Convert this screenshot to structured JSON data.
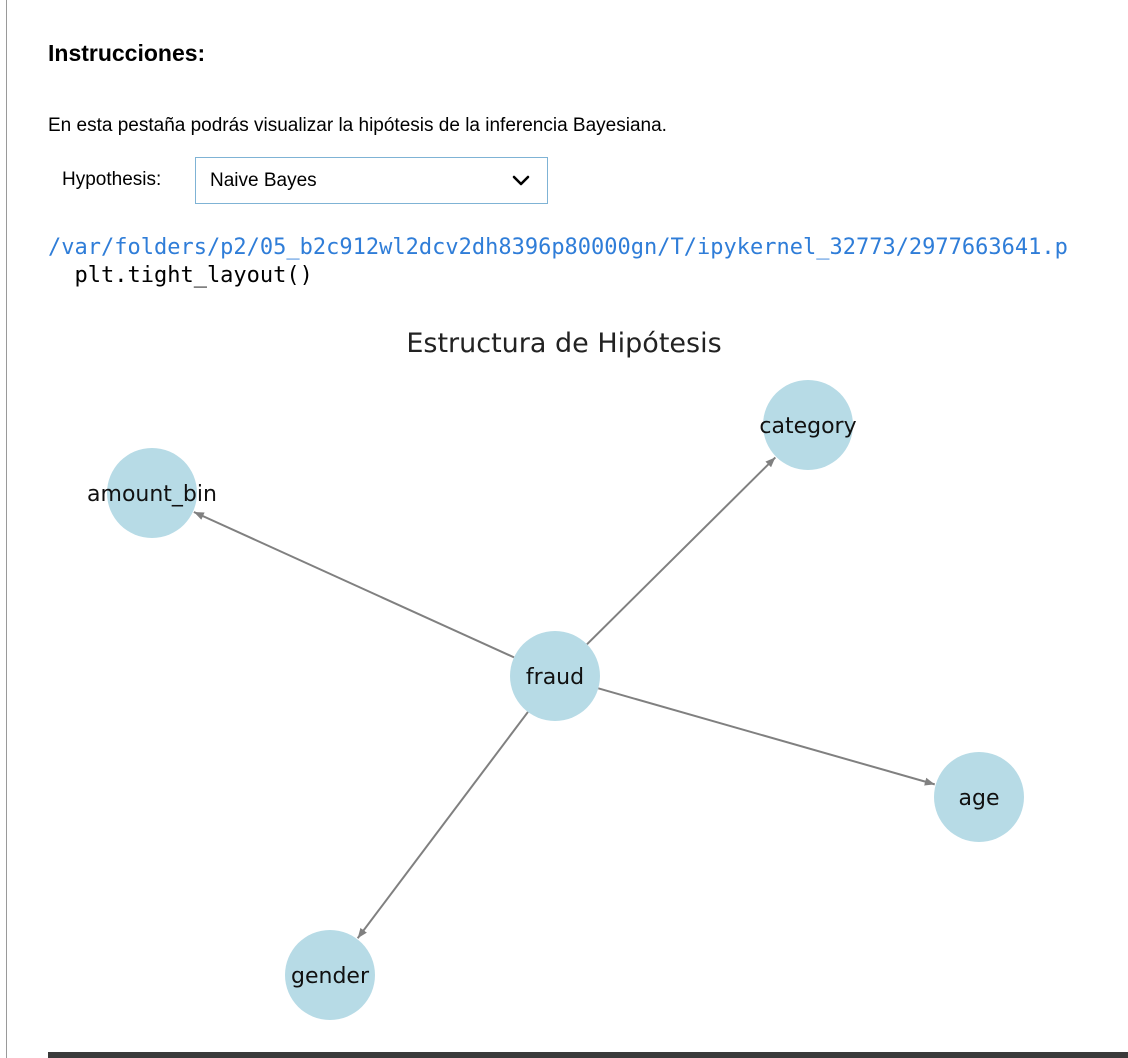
{
  "instructions": {
    "heading": "Instrucciones:",
    "description": "En esta pestaña podrás visualizar la hipótesis de la inferencia Bayesiana."
  },
  "hypothesis_select": {
    "label": "Hypothesis:",
    "value": "Naive Bayes"
  },
  "output": {
    "stderr_path": "/var/folders/p2/05_b2c912wl2dcv2dh8396p80000gn/T/ipykernel_32773/2977663641.p",
    "stderr_code": "  plt.tight_layout()"
  },
  "graph": {
    "title": "Estructura de Hipótesis",
    "node_color": "#b7dbe6",
    "edge_color": "#808080",
    "nodes": [
      {
        "id": "fraud",
        "label": "fraud"
      },
      {
        "id": "category",
        "label": "category"
      },
      {
        "id": "amount_bin",
        "label": "amount_bin"
      },
      {
        "id": "age",
        "label": "age"
      },
      {
        "id": "gender",
        "label": "gender"
      }
    ],
    "edges": [
      {
        "from": "fraud",
        "to": "category"
      },
      {
        "from": "fraud",
        "to": "amount_bin"
      },
      {
        "from": "fraud",
        "to": "age"
      },
      {
        "from": "fraud",
        "to": "gender"
      }
    ]
  }
}
